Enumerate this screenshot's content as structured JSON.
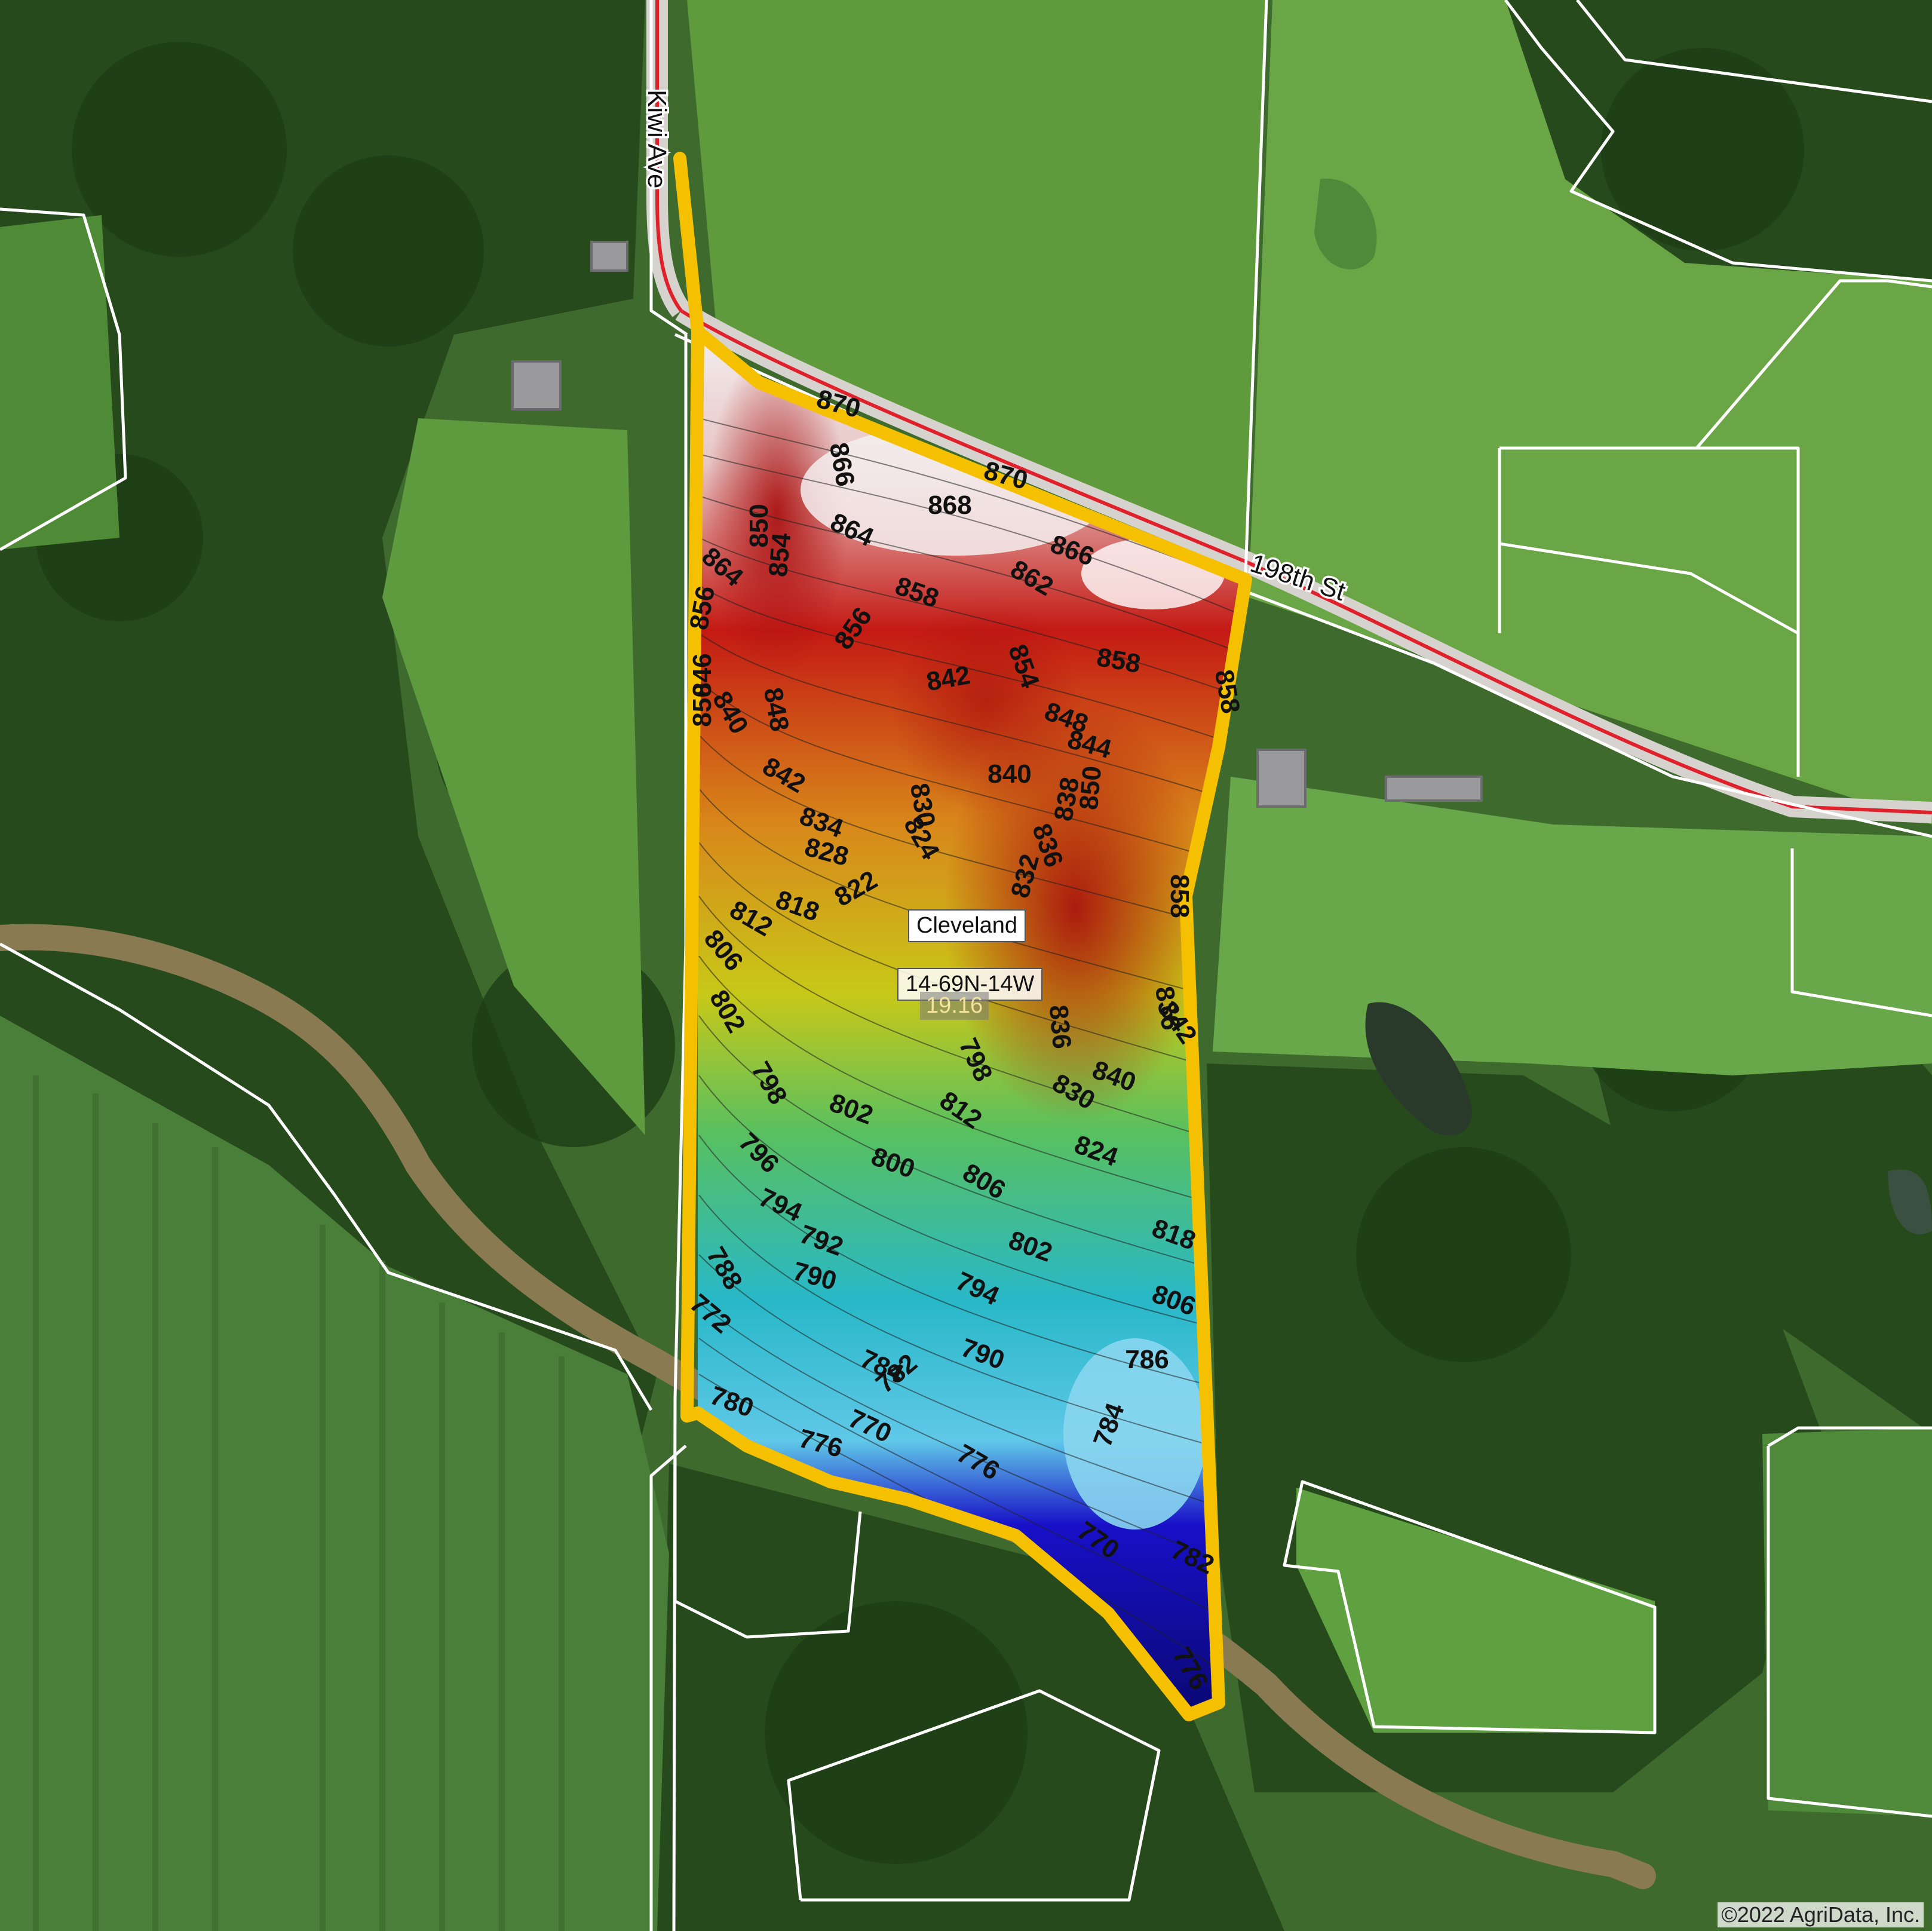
{
  "map": {
    "roads": {
      "kiwi_ave": "Kiwi Ave",
      "st_198th": "198th St"
    },
    "section": {
      "township": "Cleveland",
      "section_id": "14-69N-14W",
      "acres": "19.16"
    },
    "copyright": "©2022 AgriData, Inc.",
    "colors": {
      "boundary": "#f5c000",
      "parcel_lines": "#ffffff",
      "road_line": "#e0202a",
      "elevation_high": "#f2eeee",
      "elevation_mid_high": "#c41a14",
      "elevation_mid": "#c8c818",
      "elevation_mid_low": "#28b8c8",
      "elevation_low": "#1810c8"
    },
    "contour_labels": [
      "870",
      "870",
      "868",
      "866",
      "866",
      "864",
      "862",
      "858",
      "858",
      "856",
      "854",
      "854",
      "850",
      "850",
      "848",
      "848",
      "846",
      "844",
      "842",
      "842",
      "840",
      "840",
      "840",
      "838",
      "836",
      "834",
      "832",
      "830",
      "830",
      "828",
      "824",
      "824",
      "822",
      "818",
      "818",
      "812",
      "812",
      "806",
      "806",
      "806",
      "802",
      "802",
      "802",
      "800",
      "798",
      "798",
      "796",
      "794",
      "794",
      "792",
      "790",
      "790",
      "788",
      "786",
      "784",
      "784",
      "782",
      "782",
      "780",
      "776",
      "776",
      "776",
      "772",
      "770",
      "770",
      "864",
      "856",
      "850",
      "842",
      "836",
      "836",
      "858",
      "858"
    ]
  }
}
